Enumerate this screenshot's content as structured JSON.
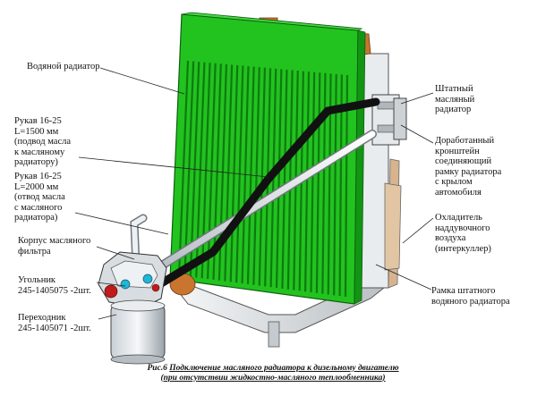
{
  "labels": {
    "water_radiator": "Водяной радиатор",
    "hose1": "Рукав 16-25\nL=1500 мм\n(подвод масла\nк масляному\nрадиатору)",
    "hose2": "Рукав 16-25\nL=2000 мм\n(отвод масла\nс масляного\nрадиатора)",
    "filter_housing": "Корпус масляного\nфильтра",
    "elbow": "Угольник\n245-1405075 -2шт.",
    "adapter": "Переходник\n245-1405071 -2шт.",
    "oil_radiator": "Штатный\nмасляный\nрадиатор",
    "bracket": "Доработанный\nкронштейн\nсоединяющий\nрамку радиатора\nс крылом\nавтомобиля",
    "intercooler": "Охладитель\nнаддувочного\nвоздуха\n(интеркуллер)",
    "frame": "Рамка штатного\nводяного радиатора"
  },
  "caption": {
    "fig": "Рис.6",
    "title": "Подключение масляного радиатора к дизельному двигателю (при отсутствии жидкостно-масляного теплообменника)"
  },
  "colors": {
    "radiator_green": "#22c31f",
    "radiator_dark": "#0f7a10",
    "copper": "#c9752f",
    "hose_black": "#111111",
    "pipe_white": "#e8ecef",
    "frame_gray": "#d9dde0"
  }
}
